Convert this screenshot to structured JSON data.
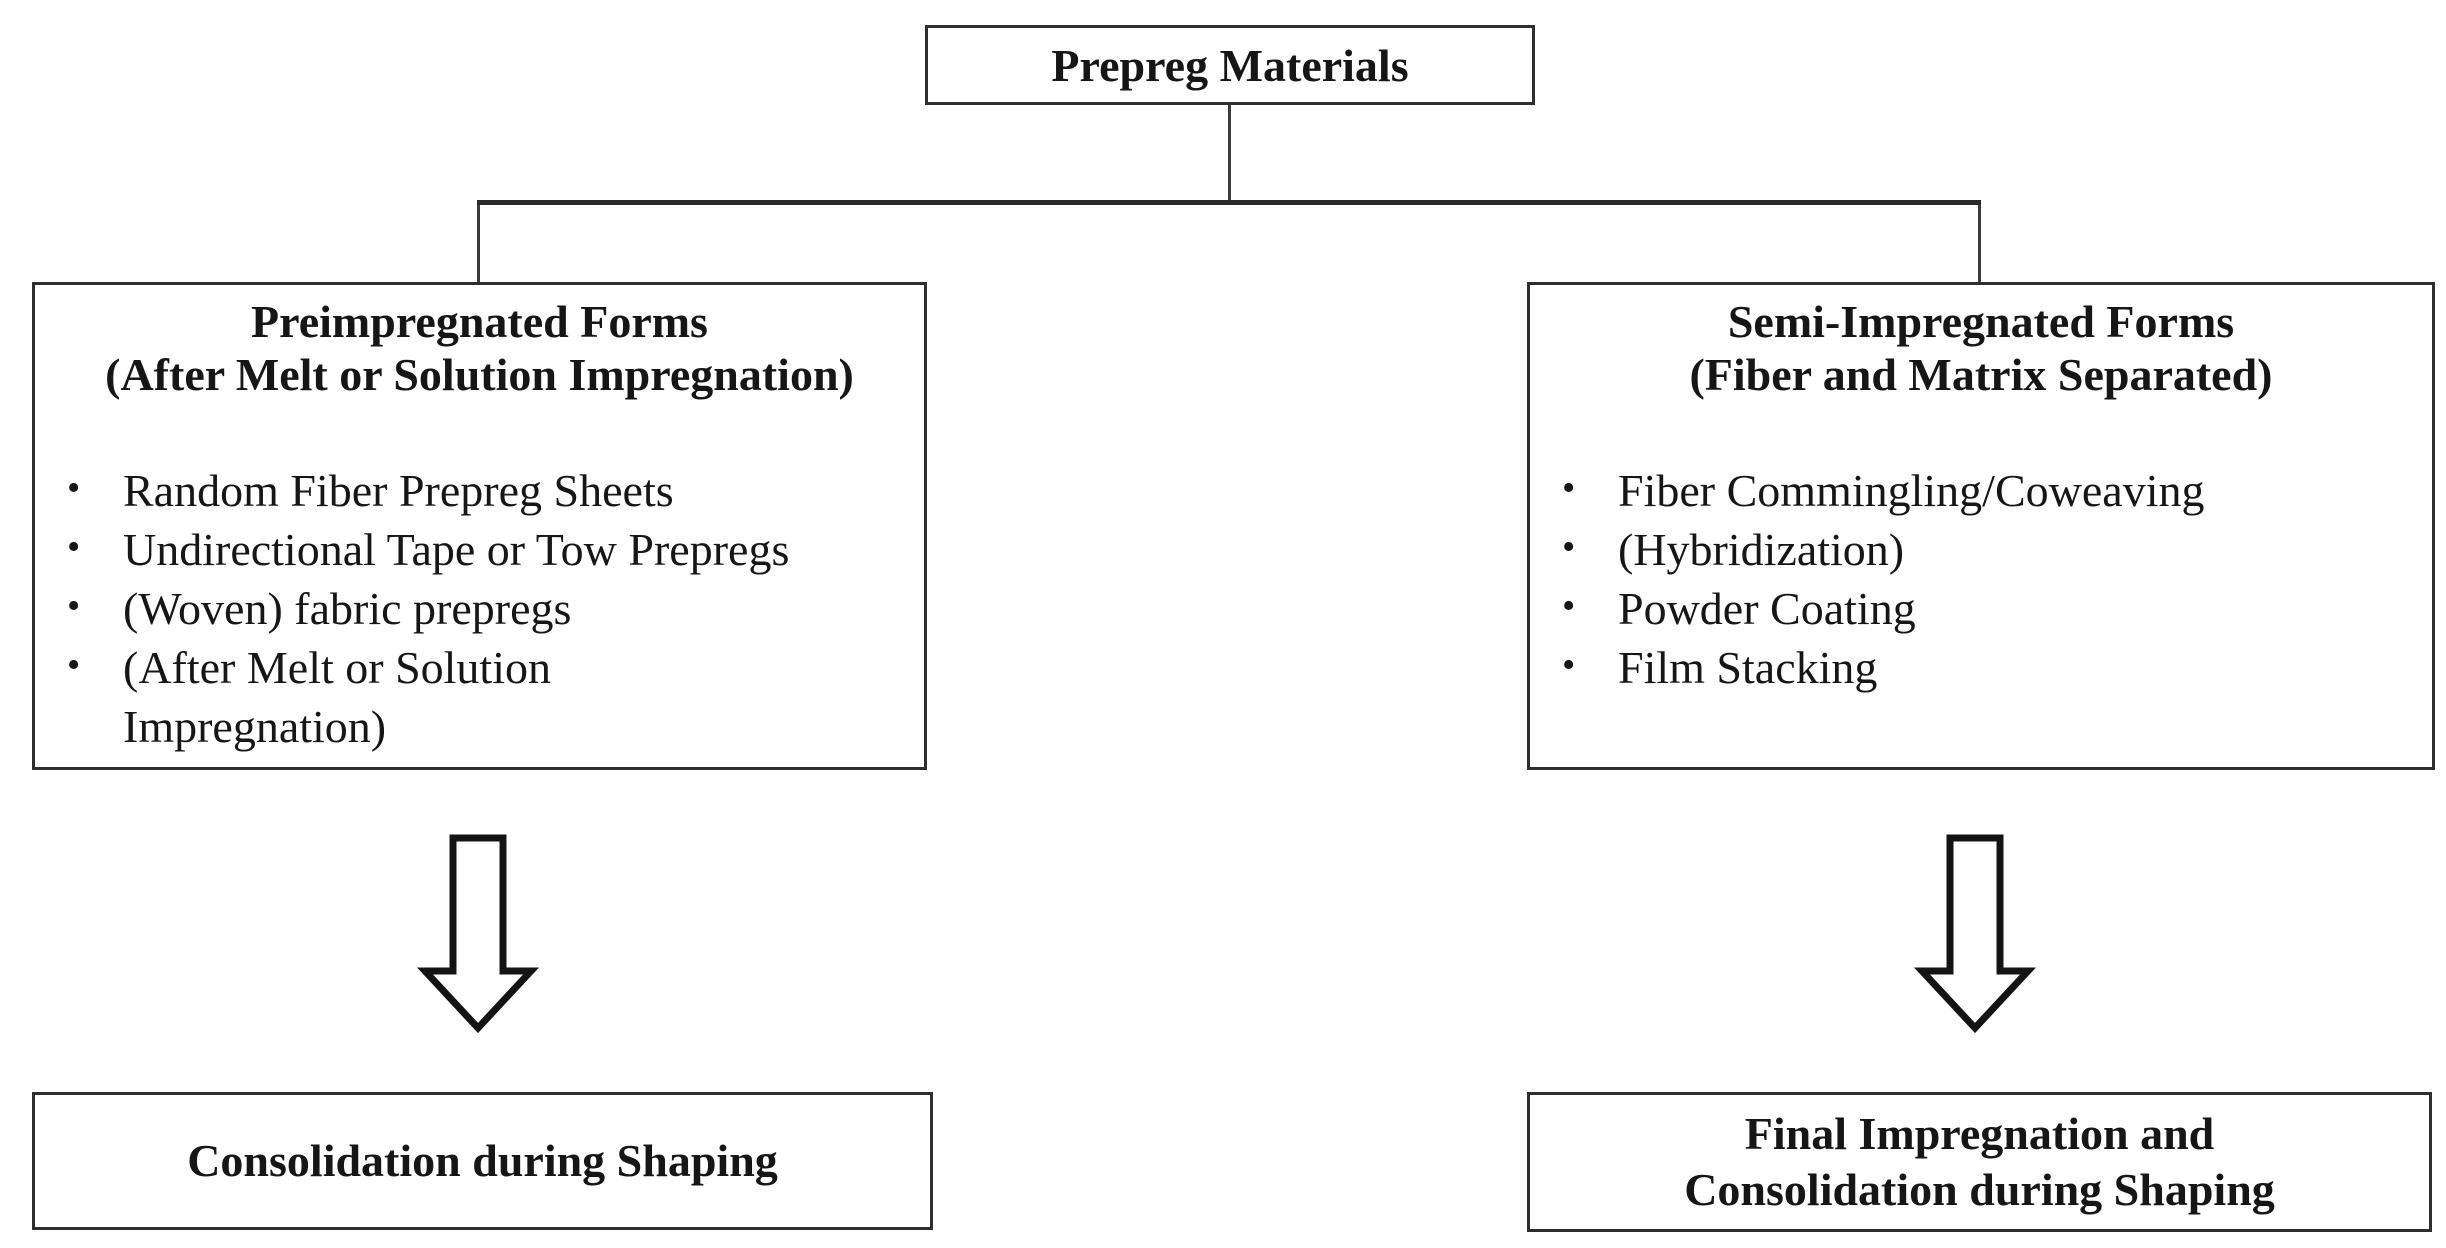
{
  "figure": {
    "background": "#ffffff",
    "border_color": "#2e2e2e",
    "text_color": "#161616",
    "root": {
      "label": "Prepreg Materials"
    },
    "left_branch": {
      "title_line1": "Preimpregnated Forms",
      "title_line2": "(After Melt or Solution Impregnation)",
      "items": [
        "Random Fiber Prepreg Sheets",
        "Undirectional Tape or Tow Prepregs",
        "(Woven) fabric prepregs",
        "(After Melt or Solution Impregnation)"
      ],
      "outcome_line1": "Consolidation during Shaping"
    },
    "right_branch": {
      "title_line1": "Semi-Impregnated Forms",
      "title_line2": "(Fiber and Matrix Separated)",
      "items": [
        "Fiber Commingling/Coweaving",
        "(Hybridization)",
        "Powder Coating",
        "Film Stacking"
      ],
      "outcome_line1": "Final Impregnation and",
      "outcome_line2": "Consolidation during Shaping"
    },
    "bullet_glyph": "•"
  }
}
